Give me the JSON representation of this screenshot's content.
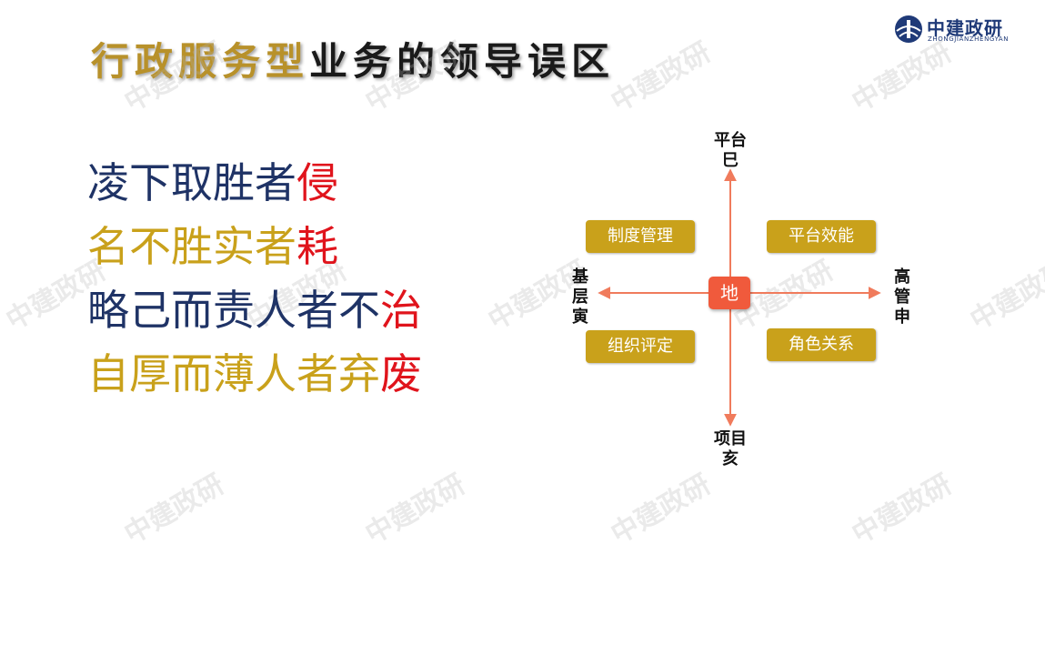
{
  "title": {
    "gold": "行政服务型",
    "dark": "业务的领导误区"
  },
  "logo": {
    "name": "中建政研",
    "sub": "ZHONGJIANZHENGYAN"
  },
  "watermark_text": "中建政研",
  "lines": [
    {
      "main": "凌下取胜者",
      "accent": "侵",
      "color": "#1f3366"
    },
    {
      "main": "名不胜实者",
      "accent": "耗",
      "color": "#c9a11b"
    },
    {
      "main": "略己而责人者不",
      "accent": "治",
      "color": "#1f3366"
    },
    {
      "main": "自厚而薄人者弃",
      "accent": "废",
      "color": "#c9a11b"
    }
  ],
  "diagram": {
    "top": [
      "平台",
      "巳"
    ],
    "bottom": [
      "项目",
      "亥"
    ],
    "left": [
      "基",
      "层",
      "寅"
    ],
    "right": [
      "高",
      "管",
      "申"
    ],
    "center": "地",
    "boxes": {
      "top_left": "制度管理",
      "top_right": "平台效能",
      "bottom_left": "组织评定",
      "bottom_right": "角色关系"
    },
    "colors": {
      "arrow": "#f07b5c",
      "box": "#c9a11b",
      "center": "#f05a3c"
    }
  }
}
